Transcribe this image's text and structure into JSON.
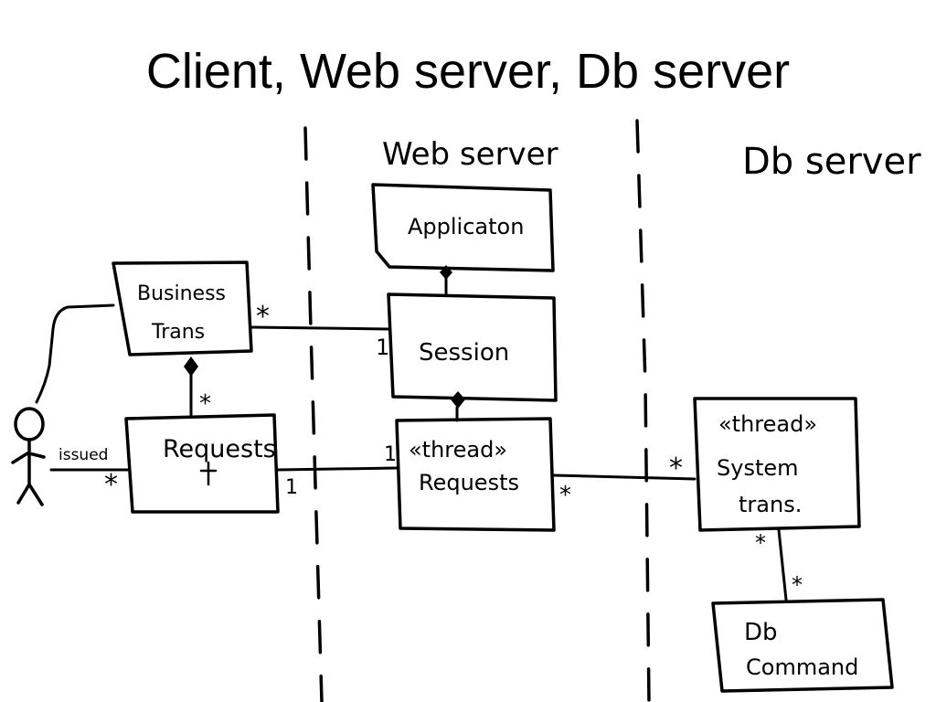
{
  "title": "Client, Web server, Db server",
  "tiers": {
    "web": "Web server",
    "db": "Db server"
  },
  "classes": {
    "application": "Applicaton",
    "business_trans_line1": "Business",
    "business_trans_line2": "Trans",
    "session": "Session",
    "client_requests": "Requests",
    "web_requests_stereotype": "«thread»",
    "web_requests": "Requests",
    "system_trans_stereotype": "«thread»",
    "system_trans_line1": "System",
    "system_trans_line2": "trans.",
    "db_command_line1": "Db",
    "db_command_line2": "Command"
  },
  "labels": {
    "issued": "issued"
  },
  "multiplicities": {
    "bt_session_bt": "*",
    "bt_session_session": "1",
    "bt_requests": "*",
    "actor_requests": "*",
    "client_web_client": "1",
    "client_web_web": "1",
    "web_system_web": "*",
    "web_system_sys": "*",
    "sys_db_sys": "*",
    "sys_db_db": "*"
  },
  "colors": {
    "ink": "#000000",
    "background": "#ffffff"
  }
}
